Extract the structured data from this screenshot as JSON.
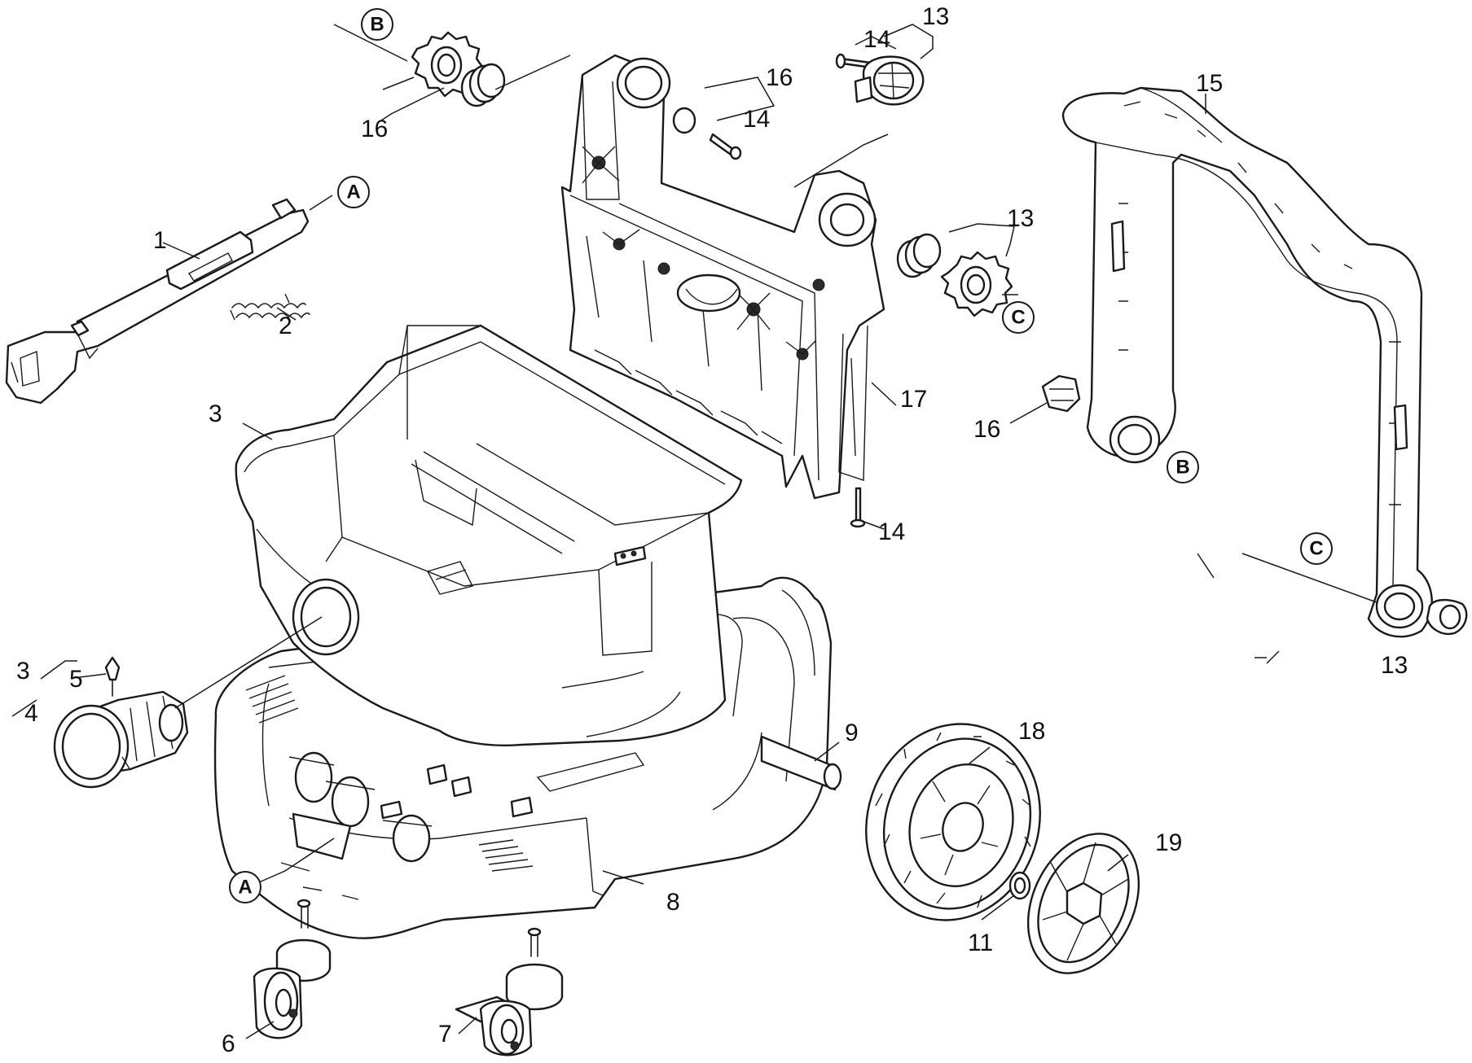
{
  "diagram": {
    "part_numbers": {
      "p1": "1",
      "p2": "2",
      "p3_container": "3",
      "p3_adapter": "3",
      "p4": "4",
      "p5": "5",
      "p6": "6",
      "p7": "7",
      "p8": "8",
      "p9": "9",
      "p11": "11",
      "p13_top": "13",
      "p13_right": "13",
      "p13_handle": "13",
      "p14_top": "14",
      "p14_mid": "14",
      "p14_bottom": "14",
      "p15": "15",
      "p16_top_left": "16",
      "p16_top_mid": "16",
      "p16_handle": "16",
      "p17": "17",
      "p18": "18",
      "p19": "19"
    },
    "callouts": {
      "a_latch": "A",
      "a_base": "A",
      "b_top": "B",
      "b_handle": "B",
      "c_gear": "C",
      "c_handle": "C"
    }
  }
}
